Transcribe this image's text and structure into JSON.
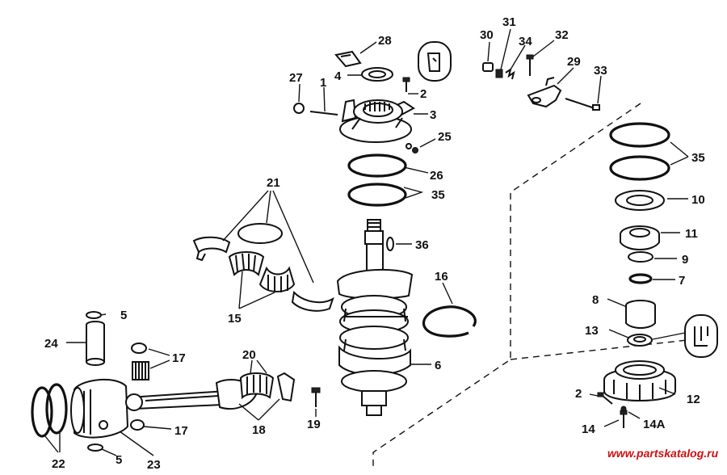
{
  "callouts": [
    {
      "id": "c28",
      "text": "28"
    },
    {
      "id": "c4",
      "text": "4"
    },
    {
      "id": "c27",
      "text": "27"
    },
    {
      "id": "c1",
      "text": "1"
    },
    {
      "id": "c2a",
      "text": "2"
    },
    {
      "id": "c3",
      "text": "3"
    },
    {
      "id": "c25",
      "text": "25"
    },
    {
      "id": "c26",
      "text": "26"
    },
    {
      "id": "c35a",
      "text": "35"
    },
    {
      "id": "c21",
      "text": "21"
    },
    {
      "id": "c36",
      "text": "36"
    },
    {
      "id": "c15",
      "text": "15"
    },
    {
      "id": "c16",
      "text": "16"
    },
    {
      "id": "c5a",
      "text": "5"
    },
    {
      "id": "c24",
      "text": "24"
    },
    {
      "id": "c17a",
      "text": "17"
    },
    {
      "id": "c20",
      "text": "20"
    },
    {
      "id": "c6",
      "text": "6"
    },
    {
      "id": "c19",
      "text": "19"
    },
    {
      "id": "c18",
      "text": "18"
    },
    {
      "id": "c17b",
      "text": "17"
    },
    {
      "id": "c22",
      "text": "22"
    },
    {
      "id": "c5b",
      "text": "5"
    },
    {
      "id": "c23",
      "text": "23"
    },
    {
      "id": "c30",
      "text": "30"
    },
    {
      "id": "c31",
      "text": "31"
    },
    {
      "id": "c34",
      "text": "34"
    },
    {
      "id": "c32",
      "text": "32"
    },
    {
      "id": "c29",
      "text": "29"
    },
    {
      "id": "c33",
      "text": "33"
    },
    {
      "id": "c35b",
      "text": "35"
    },
    {
      "id": "c10",
      "text": "10"
    },
    {
      "id": "c11",
      "text": "11"
    },
    {
      "id": "c9",
      "text": "9"
    },
    {
      "id": "c7",
      "text": "7"
    },
    {
      "id": "c8",
      "text": "8"
    },
    {
      "id": "c13",
      "text": "13"
    },
    {
      "id": "c12",
      "text": "12"
    },
    {
      "id": "c2b",
      "text": "2"
    },
    {
      "id": "c14",
      "text": "14"
    },
    {
      "id": "c14a",
      "text": "14A"
    }
  ],
  "watermark": {
    "text": "www.partskatalog.ru",
    "color": "#d01010"
  },
  "colors": {
    "ink": "#111111",
    "background": "#ffffff"
  }
}
